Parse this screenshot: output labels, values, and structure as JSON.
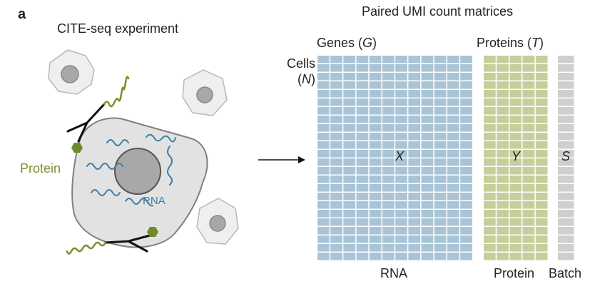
{
  "panel_label": "a",
  "left": {
    "title": "CITE-seq experiment",
    "protein_label": "Protein",
    "rna_label": "RNA"
  },
  "right": {
    "title": "Paired UMI count matrices",
    "genes_header": {
      "prefix": "Genes (",
      "symbol": "G",
      "suffix": ")"
    },
    "proteins_header": {
      "prefix": "Proteins (",
      "symbol": "T",
      "suffix": ")"
    },
    "cells_label": {
      "line1": "Cells",
      "prefix": "(",
      "symbol": "N",
      "suffix": ")"
    },
    "matrix_x": {
      "symbol": "X",
      "caption": "RNA"
    },
    "matrix_y": {
      "symbol": "Y",
      "caption": "Protein"
    },
    "matrix_s": {
      "symbol": "S",
      "caption": "Batch"
    }
  },
  "colors": {
    "rna_matrix": "#a9c4d6",
    "protein_matrix": "#c6cf9b",
    "batch_matrix": "#cfcfcf",
    "protein_green": "#7b8f2e",
    "rna_blue": "#3f7ea6",
    "cell_fill": "#e2e2e2",
    "nucleus": "#a8a8a8"
  }
}
